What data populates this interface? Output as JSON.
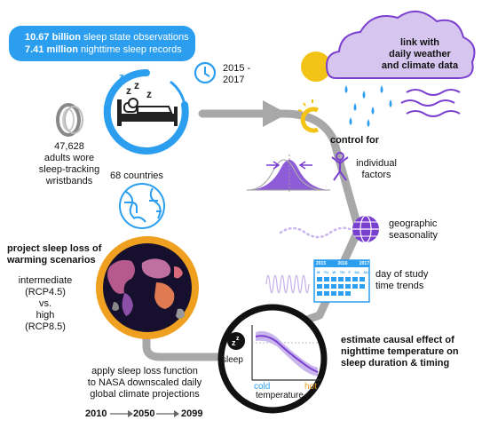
{
  "stats": {
    "line1_bold": "10.67 billion",
    "line1_rest": " sleep state observations",
    "line2_bold": "7.41 million",
    "line2_rest": " nighttime sleep records"
  },
  "years_range": "2015 -\n2017",
  "participants": "47,628\nadults wore\nsleep-tracking\nwristbands",
  "countries": "68 countries",
  "weather_link": "link with\ndaily weather\nand climate data",
  "control_for": "control for",
  "individual_factors": "individual\nfactors",
  "geographic_seasonality": "geographic\nseasonality",
  "calendar": {
    "years": [
      "2015",
      "2016",
      "2017"
    ],
    "weekdays": [
      "M",
      "TU",
      "W",
      "TH",
      "F",
      "SA",
      "SU"
    ]
  },
  "study_trends": "day of study\ntime trends",
  "estimate_causal": "estimate causal effect of\nnighttime temperature on\nsleep duration & timing",
  "plot": {
    "ylabel": "sleep",
    "x_cold": "cold",
    "x_hot": "hot",
    "xlabel": "temperature"
  },
  "project_title": "project sleep loss of\nwarming scenarios",
  "scenarios": "intermediate\n(RCP4.5)\nvs.\nhigh\n(RCP8.5)",
  "apply_function": "apply sleep loss function\nto NASA downscaled daily\nglobal climate projections",
  "timeline": {
    "years": [
      "2010",
      "2050",
      "2099"
    ]
  },
  "colors": {
    "blue": "#2b9ef0",
    "purple": "#7b3fd0",
    "orange": "#f0a020",
    "gray": "#a8a8a8",
    "sun": "#f3c416"
  }
}
